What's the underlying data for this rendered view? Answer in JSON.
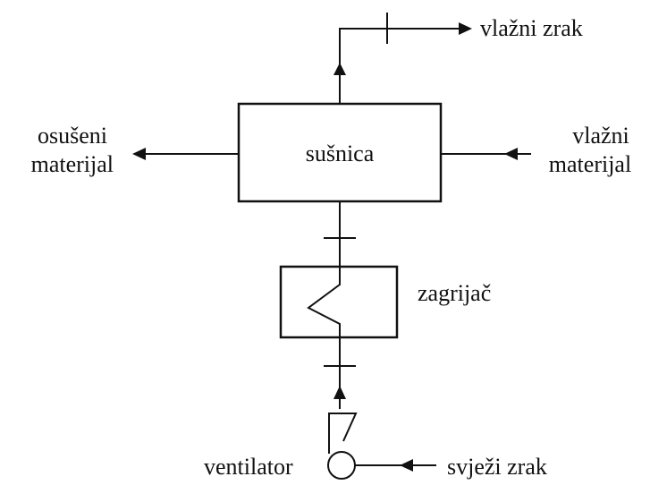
{
  "diagram": {
    "labels": {
      "wet_air": "vlažni zrak",
      "dryer": "sušnica",
      "dried_material_line1": "osušeni",
      "dried_material_line2": "materijal",
      "wet_material_line1": "vlažni",
      "wet_material_line2": "materijal",
      "heater": "zagrijač",
      "fan": "ventilator",
      "fresh_air": "svježi zrak"
    }
  }
}
